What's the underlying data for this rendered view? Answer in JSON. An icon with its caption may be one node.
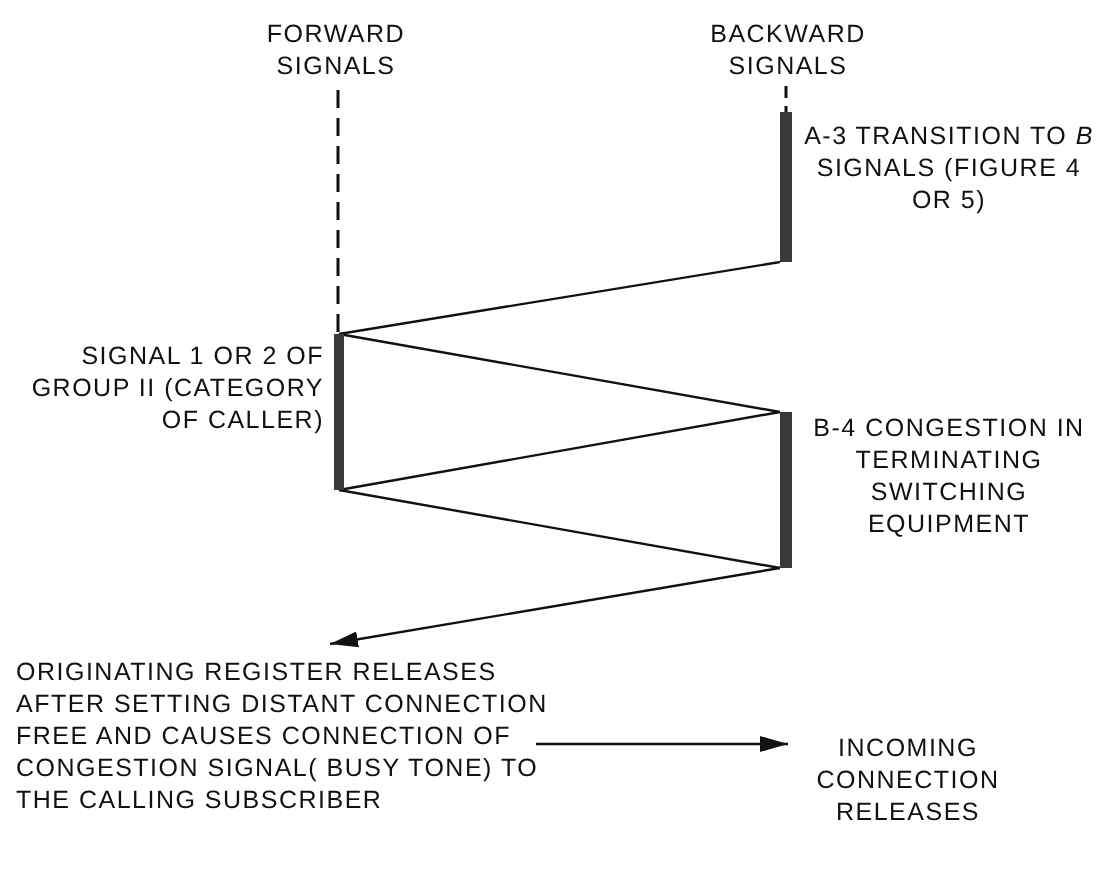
{
  "diagram": {
    "nodes": [
      {
        "text": [],
        "shape": "bar",
        "beside": [
          "A-3 TRANSITION TO *B* SIGNALS (FIGURE 4 OR 5)"
        ]
      },
      {
        "text": [],
        "shape": "bar",
        "beside": [
          "SIGNAL 1 OR 2 OF GROUP II (CATEGORY OF CALLER)"
        ]
      },
      {
        "text": [],
        "shape": "bar",
        "beside": [
          "B-4 CONGESTION IN TERMINATING SWITCHING EQUIPMENT"
        ]
      },
      {
        "text": [
          "ORIGINATING REGISTER RELEASES AFTER SETTING DISTANT CONNECTION FREE AND CAUSES CONNECTION OF CONGESTION SIGNAL( BUSY TONE) TO THE CALLING SUBSCRIBER"
        ]
      },
      {
        "text": [
          "INCOMING CONNECTION RELEASES"
        ]
      }
    ],
    "edges": [
      {
        "from": 0,
        "to": 1,
        "arrow": "none"
      },
      {
        "from": 1,
        "to": 2,
        "arrow": "none"
      },
      {
        "from": 2,
        "to": 1,
        "arrow": "none"
      },
      {
        "from": 1,
        "to": 2,
        "arrow": "none"
      },
      {
        "from": 2,
        "to": 3,
        "arrow": "to"
      },
      {
        "from": 3,
        "to": 4,
        "arrow": "to"
      }
    ],
    "labels": [
      "FORWARD SIGNALS",
      "BACKWARD SIGNALS"
    ]
  }
}
